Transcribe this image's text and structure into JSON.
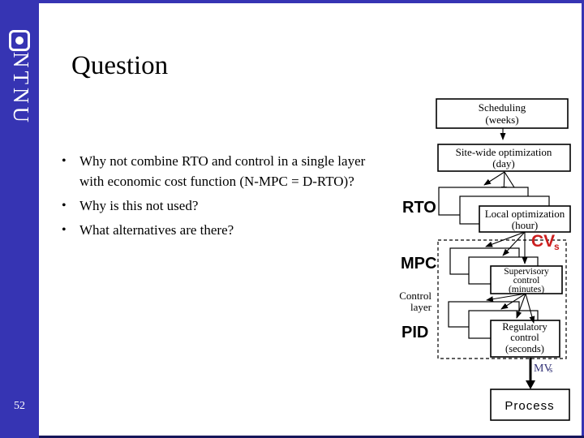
{
  "slide": {
    "logo_text": "NTNU",
    "page_number": "52",
    "title": "Question"
  },
  "bullets": [
    {
      "marker": "•",
      "text": "Why not combine RTO and control in a single layer with economic cost function (N-MPC = D-RTO)?"
    },
    {
      "marker": "•",
      "text": "Why is this not used?"
    },
    {
      "marker": "•",
      "text": "What alternatives are there?"
    }
  ],
  "diagram": {
    "scheduling_box": {
      "line1": "Scheduling",
      "line2": "(weeks)"
    },
    "sitewide_box": {
      "line1": "Site-wide optimization",
      "line2": "(day)"
    },
    "local_box": {
      "line1": "Local optimization",
      "line2": "(hour)"
    },
    "supervisory_box": {
      "line1": "Supervisory",
      "line2": "control",
      "line3": "(minutes)"
    },
    "regulatory_box": {
      "line1": "Regulatory",
      "line2": "control",
      "line3": "(seconds)"
    },
    "process_box": {
      "label": "Process"
    },
    "layer_labels": {
      "rto": "RTO",
      "mpc": "MPC",
      "pid": "PID",
      "control_layer_line1": "Control",
      "control_layer_line2": "layer"
    },
    "signal_labels": {
      "cv_main": "CV",
      "cv_sub": "s",
      "mv_main": "MV",
      "mv_sub": "s"
    },
    "colors": {
      "cv_red": "#cc1f1f",
      "mv_navy": "#333377"
    }
  },
  "theme": {
    "bar_blue": "#3634b3",
    "bottom_line_navy": "#16165a"
  }
}
